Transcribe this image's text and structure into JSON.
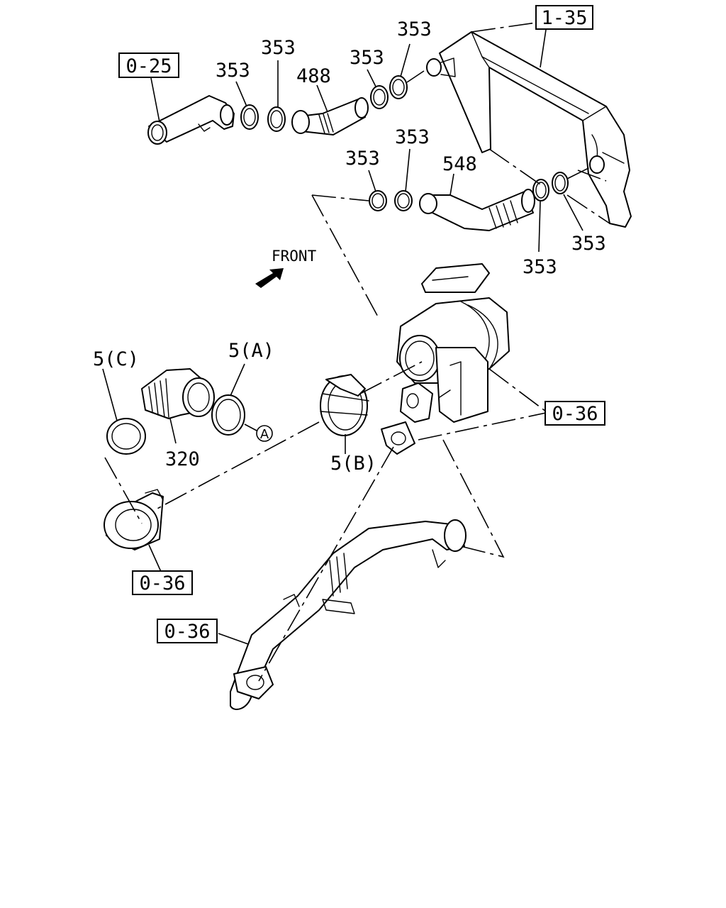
{
  "labels": {
    "ref_0_25": "0-25",
    "ref_1_35": "1-35",
    "ref_0_36_right": "0-36",
    "ref_0_36_left": "0-36",
    "ref_0_36_bottom": "0-36",
    "part_353": "353",
    "part_488": "488",
    "part_548": "548",
    "part_320": "320",
    "part_5a": "5(A)",
    "part_5b": "5(B)",
    "part_5c": "5(C)",
    "circle_a": "A",
    "front": "FRONT"
  }
}
